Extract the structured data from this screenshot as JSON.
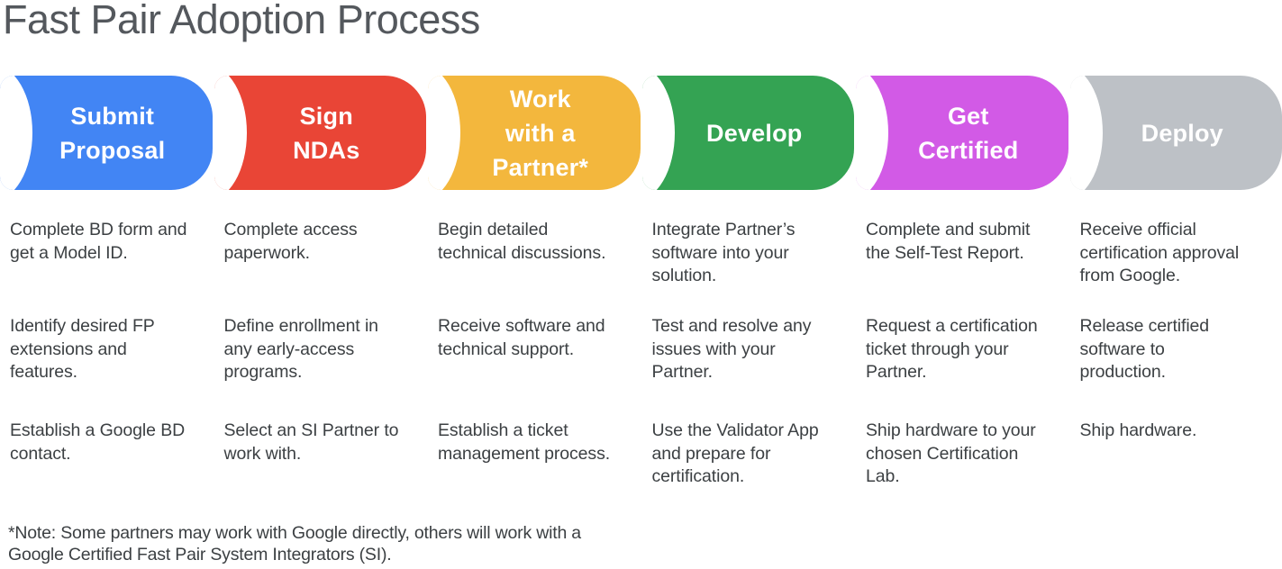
{
  "title": "Fast Pair Adoption Process",
  "steps": [
    {
      "name": "submit-proposal",
      "label": "Submit\nProposal",
      "color": "#4285F4",
      "items": [
        "Complete BD form and\nget a Model ID.",
        "Identify desired FP\nextensions and\nfeatures.",
        "Establish a Google BD\ncontact."
      ]
    },
    {
      "name": "sign-ndas",
      "label": "Sign\nNDAs",
      "color": "#E94536",
      "items": [
        "Complete access\npaperwork.",
        "Define enrollment in\nany early-access\nprograms.",
        "Select an SI Partner to\nwork with."
      ]
    },
    {
      "name": "work-with-a-partner",
      "label": "Work\nwith a\nPartner*",
      "color": "#F3B73D",
      "items": [
        "Begin detailed\ntechnical discussions.",
        "Receive software and\ntechnical support.",
        "Establish a ticket\nmanagement process."
      ]
    },
    {
      "name": "develop",
      "label": "Develop",
      "color": "#34A353",
      "items": [
        "Integrate Partner’s\nsoftware into your\nsolution.",
        "Test and resolve any\nissues with your\nPartner.",
        "Use the Validator App\nand prepare for\ncertification."
      ]
    },
    {
      "name": "get-certified",
      "label": "Get\nCertified",
      "color": "#D25AE6",
      "items": [
        "Complete and submit\nthe Self-Test Report.",
        "Request a certification\nticket through your\nPartner.",
        "Ship hardware to your\nchosen Certification\nLab."
      ]
    },
    {
      "name": "deploy",
      "label": "Deploy",
      "color": "#BDC1C6",
      "items": [
        "Receive official\ncertification approval\nfrom Google.",
        "Release certified\nsoftware to\nproduction.",
        "Ship hardware."
      ]
    }
  ],
  "note": "*Note: Some partners may work with Google directly, others will work with a\nGoogle Certified Fast Pair System Integrators (SI)."
}
